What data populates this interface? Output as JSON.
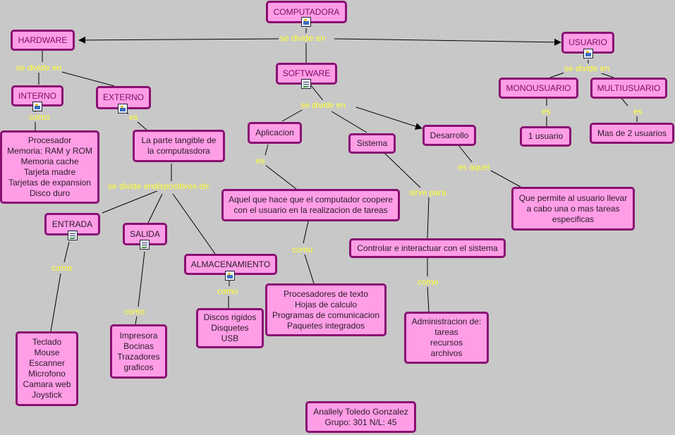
{
  "nodes": {
    "computadora": "COMPUTADORA",
    "hardware": "HARDWARE",
    "software": "SOFTWARE",
    "usuario": "USUARIO",
    "interno": "INTERNO",
    "externo": "EXTERNO",
    "monousuario": "MONOUSUARIO",
    "multiusuario": "MULTIUSUARIO",
    "interno_items": "Procesador\nMemoria: RAM y ROM\nMemoria cache\nTarjeta madre\nTarjetas de  expansion\nDisco duro",
    "externo_desc": "La parte tangible de\nla computasdora",
    "aplicacion": "Aplicacion",
    "sistema": "Sistema",
    "desarrollo": "Desarrollo",
    "mono_desc": "1 usuario",
    "multi_desc": "Mas de 2 usuarios",
    "aplicacion_desc": "Aquel que hace que el computador coopere\ncon el usuario en la realizacion de tareas",
    "desarrollo_desc": "Que permite al usuario llevar\na cabo una o mas tareas\nespecificas",
    "entrada": "ENTRADA",
    "salida": "SALIDA",
    "almacenamiento": "ALMACENAMIENTO",
    "sistema_desc": "Controlar e interactuar con el sistema",
    "entrada_items": "Teclado\nMouse\nEscanner\nMicrofono\nCamara web\nJoystick",
    "salida_items": "Impresora\nBocinas\nTrazadores\ngraficos",
    "almacenamiento_items": "Discos rigidos\nDisquetes\nUSB",
    "aplicacion_items": "Procesadores de texto\nHojas de calculo\nProgramas de comunicacion\nPaquetes integrados",
    "sistema_items": "Administracion de:\ntareas\nrecursos\narchivos",
    "author": "Anallely Toledo Gonzalez\nGrupo: 301        N/L: 45"
  },
  "links": {
    "computadora_se_divide_en": "se divide en",
    "hardware_se_divide_en": "se divide en",
    "usuario_se_divide_en": "se divide en",
    "software_se_divide_en": "se divide en",
    "interno_como": "como",
    "externo_es": "es",
    "mono_es": "es",
    "multi_es": "es",
    "aplicacion_es": "es",
    "sistema_sirve_para": "sirve para",
    "desarrollo_es_aquel": "es aquel",
    "externo_dispositivos": "se divide endispositivos de:",
    "entrada_como": "como",
    "salida_como": "como",
    "almacenamiento_como": "como",
    "aplicacion_como": "como",
    "sistema_como": "como"
  },
  "colors": {
    "background": "#c8c8c8",
    "node_fill": "#ff9ee6",
    "node_border": "#8a0f72",
    "link_label": "#ffff33",
    "line": "#000000"
  },
  "icons": [
    "image-icon",
    "document-icon"
  ]
}
